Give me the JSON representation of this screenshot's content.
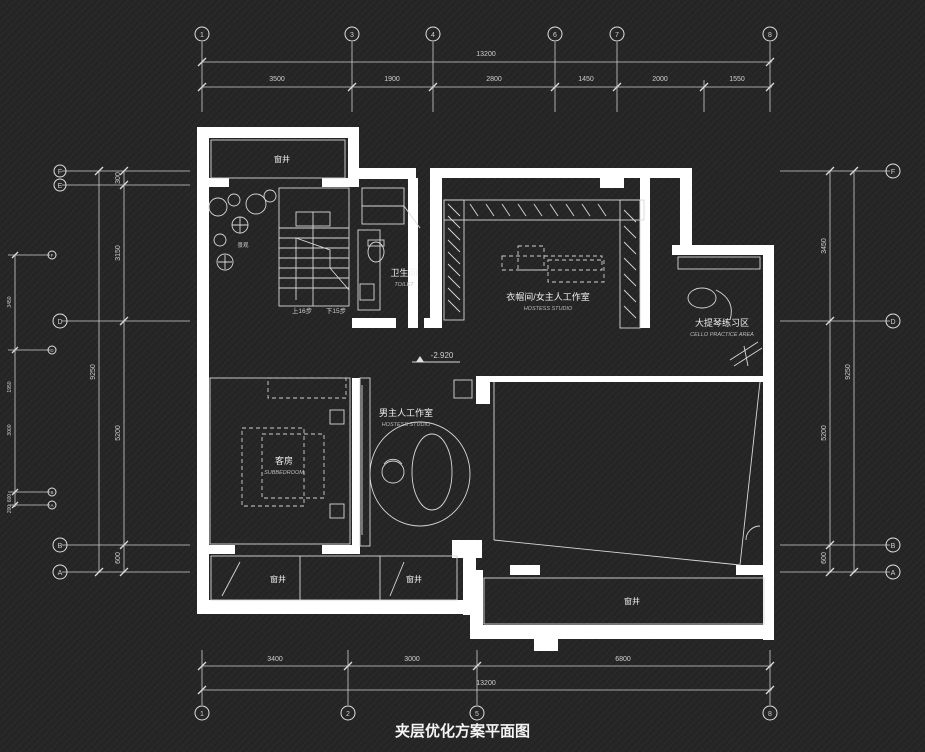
{
  "title": "夹层优化方案平面图",
  "grid": {
    "top_axes": [
      "1",
      "3",
      "4",
      "6",
      "7",
      "8"
    ],
    "bottom_axes": [
      "1",
      "2",
      "5",
      "8"
    ],
    "left_axes": [
      "F",
      "E",
      "D",
      "B",
      "A"
    ],
    "right_axes": [
      "F",
      "D",
      "B",
      "A"
    ],
    "inner_left_axes": [
      "F",
      "D",
      "B",
      "A"
    ]
  },
  "dimensions": {
    "top_total": "13200",
    "top_segments": [
      "3500",
      "1900",
      "2800",
      "1450",
      "2000",
      "1550"
    ],
    "bottom_segments": [
      "3400",
      "3000",
      "6800"
    ],
    "bottom_total": "13200",
    "left_outer_total": "9250",
    "left_outer_segments": [
      "300",
      "3150",
      "5200",
      "600"
    ],
    "left_inner_segments": [
      "3450",
      "1950",
      "3000",
      "600",
      "200"
    ],
    "right_total": "9250",
    "right_segments": [
      "3450",
      "5200",
      "600"
    ]
  },
  "rooms": {
    "light_well_top": "窗井",
    "light_well_bottom_1": "窗井",
    "light_well_bottom_2": "窗井",
    "light_well_bottom_3": "窗井",
    "toilet": "卫生间",
    "toilet_en": "TOILET",
    "wardrobe": "衣帽间/女主人工作室",
    "wardrobe_en": "HOSTESS STUDIO",
    "cello": "大提琴练习区",
    "cello_en": "CELLO PRACTICE AREA",
    "host": "男主人工作室",
    "host_en": "HOSTESS STUDIO",
    "guest": "客房",
    "guest_en": "SUBBEDROOM",
    "landscape": "景观"
  },
  "stairs": {
    "up": "上16步",
    "down": "下15步"
  },
  "elevation": "-2.920"
}
